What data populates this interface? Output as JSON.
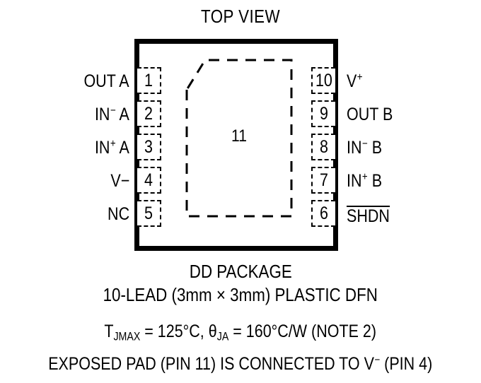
{
  "diagram": {
    "title": "TOP VIEW",
    "package_center_label": "11",
    "pins_left": [
      {
        "number": "1",
        "label_prefix": "OUT A",
        "sign": "",
        "label_suffix": ""
      },
      {
        "number": "2",
        "label_prefix": "IN",
        "sign": "−",
        "label_suffix": " A"
      },
      {
        "number": "3",
        "label_prefix": "IN",
        "sign": "+",
        "label_suffix": " A"
      },
      {
        "number": "4",
        "label_prefix": "V−",
        "sign": "",
        "label_suffix": ""
      },
      {
        "number": "5",
        "label_prefix": "NC",
        "sign": "",
        "label_suffix": ""
      }
    ],
    "pins_right": [
      {
        "number": "10",
        "label_prefix": "V",
        "sign": "+",
        "label_suffix": "",
        "overbar": false
      },
      {
        "number": "9",
        "label_prefix": "OUT B",
        "sign": "",
        "label_suffix": "",
        "overbar": false
      },
      {
        "number": "8",
        "label_prefix": "IN",
        "sign": "−",
        "label_suffix": " B",
        "overbar": false
      },
      {
        "number": "7",
        "label_prefix": "IN",
        "sign": "+",
        "label_suffix": " B",
        "overbar": false
      },
      {
        "number": "6",
        "label_prefix": "SHDN",
        "sign": "",
        "label_suffix": "",
        "overbar": true
      }
    ]
  },
  "caption": {
    "package_name": "DD PACKAGE",
    "lead_description": "10-LEAD (3mm × 3mm) PLASTIC DFN",
    "thermal": {
      "tj_symbol": "T",
      "tj_subscript": "JMAX",
      "tj_value": " = 125°C, ",
      "theta_symbol": "θ",
      "theta_subscript": "JA",
      "theta_value": " = 160°C/W (NOTE 2)"
    },
    "exposed_pad_note_prefix": "EXPOSED PAD (PIN 11) IS CONNECTED TO V",
    "exposed_pad_note_sign": "−",
    "exposed_pad_note_suffix": " (PIN 4)"
  },
  "colors": {
    "ink": "#000000",
    "background": "#ffffff"
  }
}
